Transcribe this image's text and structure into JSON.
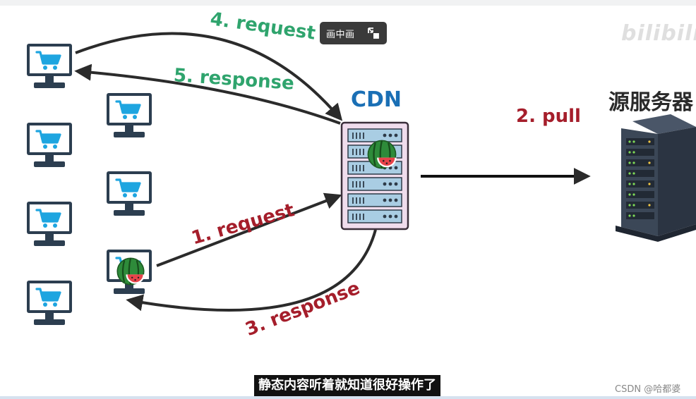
{
  "diagram": {
    "cdn_title": "CDN",
    "origin_title": "源服务器",
    "steps": {
      "request_1": "1. request",
      "pull_2": "2. pull",
      "response_3": "3. response",
      "request_4": "4. request",
      "response_5": "5. response"
    },
    "colors": {
      "green": "#2fa46d",
      "red": "#a51e2b",
      "cdn_blue": "#1a6fb5",
      "monitor_blue": "#2a7fce",
      "cart_blue": "#1ea5e0"
    }
  },
  "player": {
    "pip_label": "画中画",
    "watermark": "bilibili",
    "subtitle": "静态内容听着就知道很好操作了"
  },
  "footer": {
    "credit": "CSDN @哈都婆"
  }
}
